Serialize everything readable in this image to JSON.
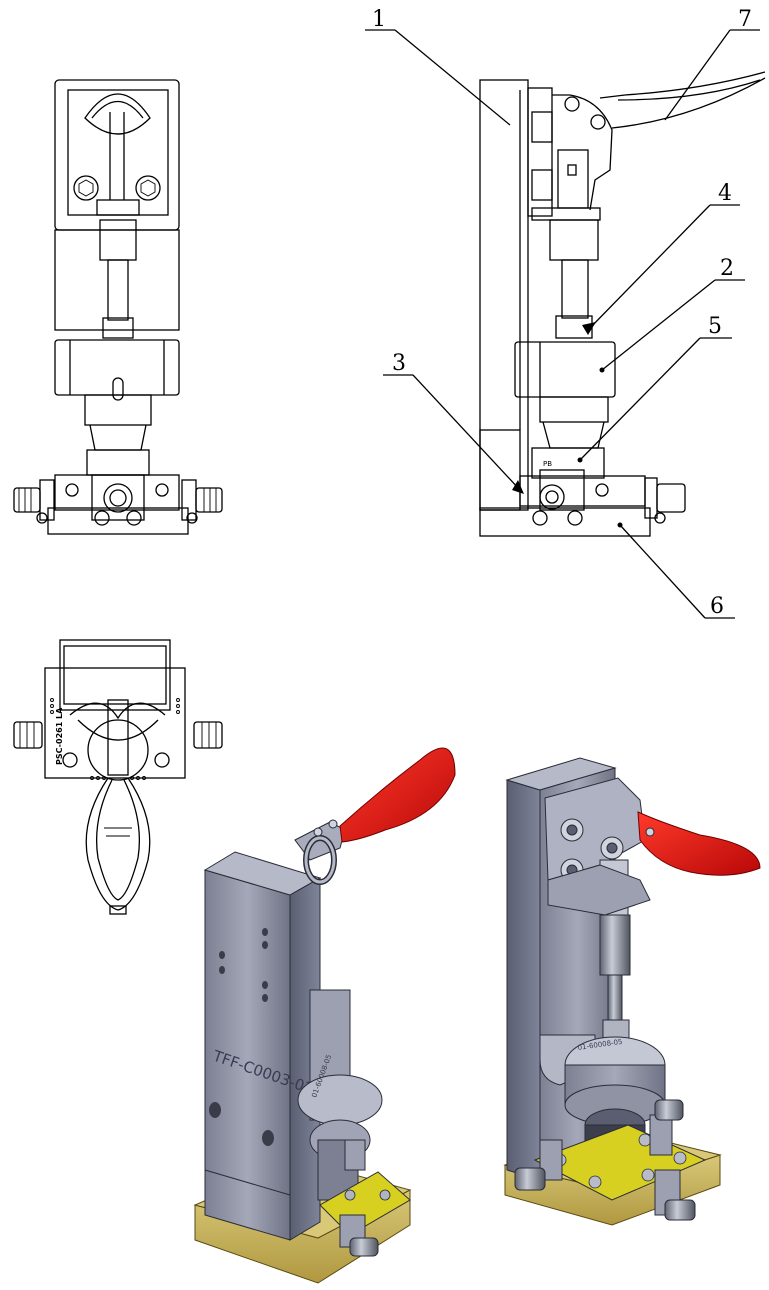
{
  "callouts": [
    {
      "id": "1",
      "label": "1"
    },
    {
      "id": "2",
      "label": "2"
    },
    {
      "id": "3",
      "label": "3"
    },
    {
      "id": "4",
      "label": "4"
    },
    {
      "id": "5",
      "label": "5"
    },
    {
      "id": "6",
      "label": "6"
    },
    {
      "id": "7",
      "label": "7"
    }
  ],
  "engravings": {
    "fixture_id": "TFF-C0003-02",
    "part_mark_1": "01-60008-05",
    "board_mark": "PSC-0261 LA",
    "small_mark": "PB"
  },
  "colors": {
    "handle_red": "#e01010",
    "body_gray": "#8f93a3",
    "base_gold": "#c8b860",
    "pcb_yellow": "#d8d020"
  }
}
